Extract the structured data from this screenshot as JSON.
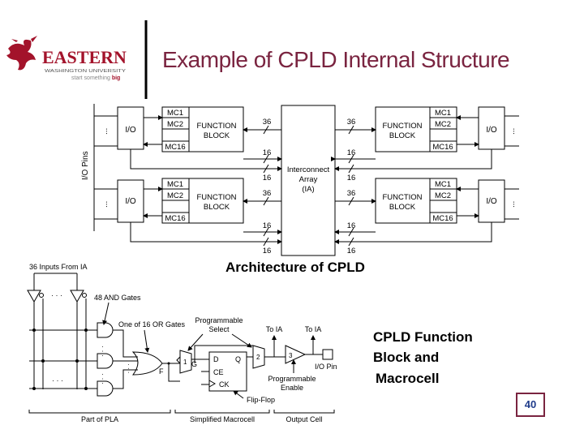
{
  "slide": {
    "title": "Example of CPLD Internal Structure",
    "page_number": "40"
  },
  "logo": {
    "name": "EASTERN",
    "university": "WASHINGTON UNIVERSITY",
    "tagline_prefix": "start something",
    "tagline_emphasis": "big"
  },
  "colors": {
    "title": "#7a2440",
    "logo_red": "#a3132b",
    "page_border": "#7a2440",
    "page_text": "#1f3b8a"
  },
  "architecture": {
    "side_label": "I/O Pins",
    "io_label": "I/O",
    "mc1": "MC1",
    "mc2": "MC2",
    "mc16": "MC16",
    "fb_line1": "FUNCTION",
    "fb_line2": "BLOCK",
    "bus36": "36",
    "bus16": "16",
    "ia_line1": "Interconnect",
    "ia_line2": "Array",
    "ia_line3": "(IA)",
    "caption_part1": "Architecture of",
    "caption_part2": "CPLD"
  },
  "macrocell": {
    "inputs_label": "36 Inputs From IA",
    "and_gates_label": "48 AND Gates",
    "or_gates_label": "One of 16 OR Gates",
    "prog_select_line1": "Programmable",
    "prog_select_line2": "Select",
    "to_ia": "To IA",
    "io_pin": "I/O Pin",
    "prog_enable_line1": "Programmable",
    "prog_enable_line2": "Enable",
    "flip_flop": "Flip-Flop",
    "ff_d": "D",
    "ff_q": "Q",
    "ff_ce": "CE",
    "ff_ck": "CK",
    "sig_f": "F",
    "sig_g": "G",
    "mux1": "1",
    "mux2": "2",
    "buf3": "3",
    "part_pla": "Part of PLA",
    "part_macrocell": "Simplified Macrocell",
    "part_output": "Output Cell",
    "caption_line1": "CPLD Function",
    "caption_line2": "Block and",
    "caption_line3": "Macrocell"
  }
}
